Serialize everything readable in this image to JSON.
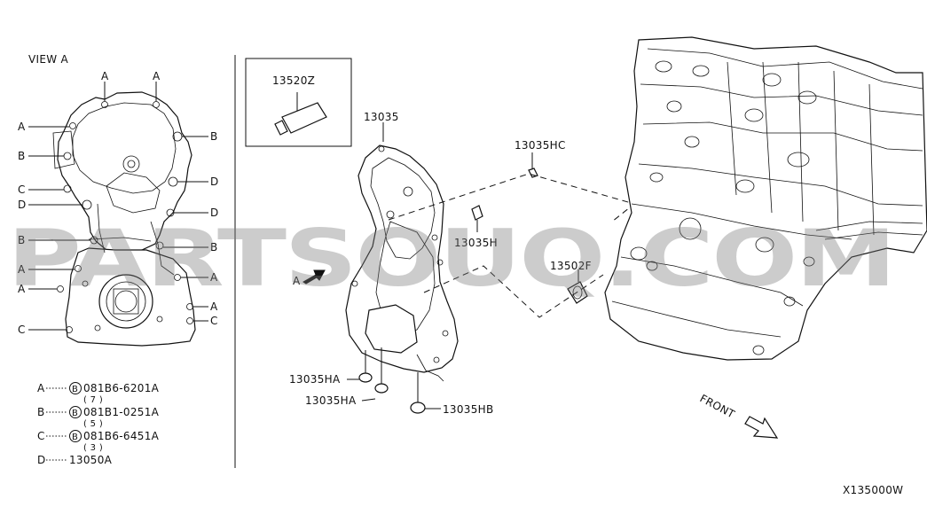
{
  "view_title": "VIEW A",
  "letters": {
    "A": "A",
    "B": "B",
    "C": "C",
    "D": "D"
  },
  "legend": [
    {
      "key": "A",
      "part": "081B6-6201A",
      "qty": "( 7 )"
    },
    {
      "key": "B",
      "part": "081B1-0251A",
      "qty": "( 5 )"
    },
    {
      "key": "C",
      "part": "081B6-6451A",
      "qty": "( 3 )"
    },
    {
      "key": "D",
      "part": "13050A",
      "qty": ""
    }
  ],
  "legend_bolt_symbol": "B",
  "parts": {
    "sealant": "13520Z",
    "front_cover": "13035",
    "cover_hc": "13035HC",
    "cover_h": "13035H",
    "cover_ha_1": "13035HA",
    "cover_ha_2": "13035HA",
    "cover_hb": "13035HB",
    "plug": "13502F"
  },
  "arrow_a_label": "A",
  "front_label": "FRONT",
  "diagram_code": "X135000W",
  "watermark": "PARTSOUQ.COM"
}
